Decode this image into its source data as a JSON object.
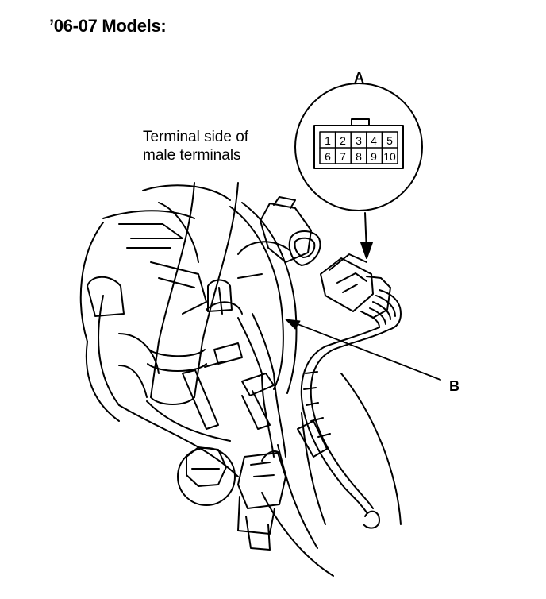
{
  "title": "’06-07 Models:",
  "labels": {
    "callout_a": "A",
    "callout_b": "B",
    "caption_line1": "Terminal side of",
    "caption_line2": "male terminals"
  },
  "connector_pins": {
    "top_row": [
      "1",
      "2",
      "3",
      "4",
      "5"
    ],
    "bottom_row": [
      "6",
      "7",
      "8",
      "9",
      "10"
    ]
  }
}
